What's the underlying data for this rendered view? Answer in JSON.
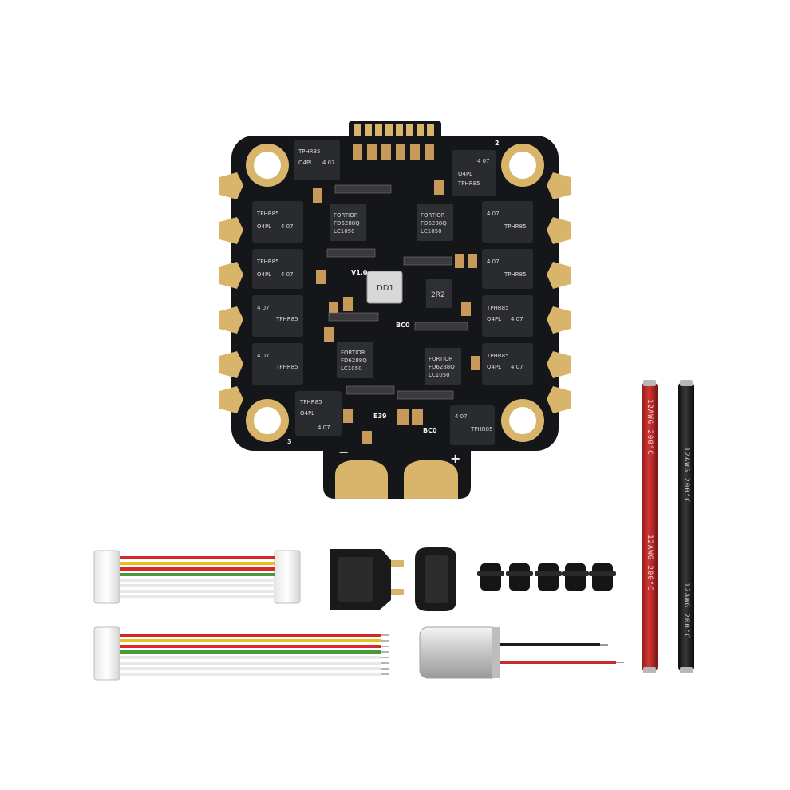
{
  "board": {
    "version": "V1.0",
    "mosfet_code_1": "TPHR85",
    "mosfet_code_2": "O4PL",
    "mosfet_code_3": "4 07",
    "controller_code_1": "FORTIOR",
    "controller_code_2": "FD6288Q",
    "controller_code_3": "LC1050",
    "inductor_code": "DD1",
    "inductor2_code": "2R2",
    "small_code_1": "BC0",
    "small_code_2": "E39",
    "pad_minus": "−",
    "pad_plus": "+",
    "corner_number_3": "3",
    "corner_number_2": "2"
  },
  "wires": {
    "red_print": "12AWG 200°C",
    "black_print": "12AWG 200°C"
  },
  "colors": {
    "pcb": "#15161a",
    "gold": "#d8b56b",
    "red_wire": "#c82a2a",
    "black_wire": "#1c1c1c",
    "ribbon_red": "#d8262a",
    "ribbon_yellow": "#e4c21a",
    "ribbon_green": "#4a9a3a",
    "connector": "#1a1a1a",
    "capacitor": "#cfcfcf"
  }
}
